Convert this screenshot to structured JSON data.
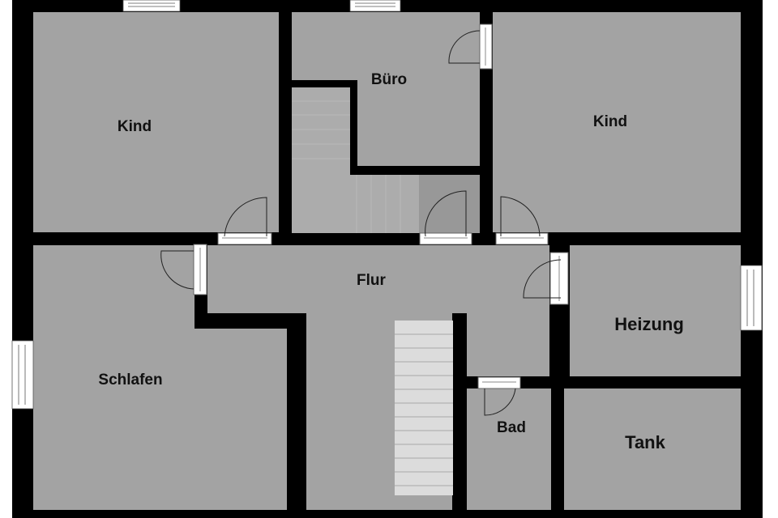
{
  "plan": {
    "type": "floor plan",
    "colors": {
      "background": "#ffffff",
      "wall": "#000000",
      "floor": "#a3a3a3",
      "floor_dark": "#989898",
      "stairs": "#d9d9d9",
      "stairs_light": "#e4e4e4",
      "opening": "#ffffff",
      "door_line": "#222222"
    },
    "rooms": [
      {
        "id": "kind-left",
        "label": "Kind"
      },
      {
        "id": "buero",
        "label": "Büro"
      },
      {
        "id": "kind-right",
        "label": "Kind"
      },
      {
        "id": "flur",
        "label": "Flur"
      },
      {
        "id": "schlafen",
        "label": "Schlafen"
      },
      {
        "id": "heizung",
        "label": "Heizung"
      },
      {
        "id": "bad",
        "label": "Bad"
      },
      {
        "id": "tank",
        "label": "Tank"
      }
    ]
  }
}
